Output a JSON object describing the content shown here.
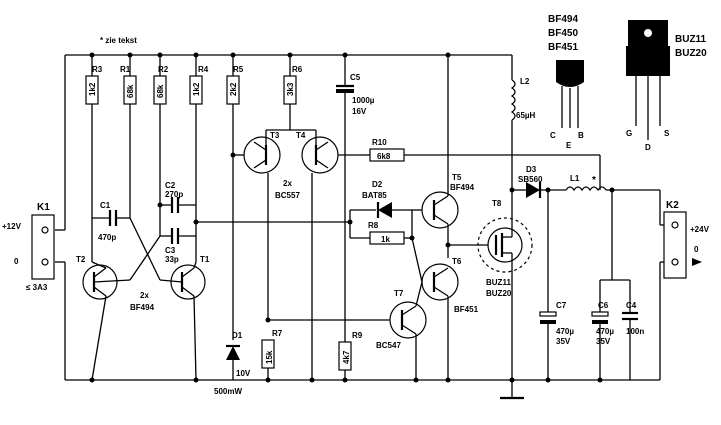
{
  "note": "* zie tekst",
  "connectors": {
    "k1": {
      "name": "K1",
      "plus": "+12V",
      "zero": "0",
      "rating": "≤ 3A3"
    },
    "k2": {
      "name": "K2",
      "plus": "+24V",
      "zero": "0"
    }
  },
  "resistors": {
    "r3": {
      "ref": "R3",
      "value": "1k2"
    },
    "r1": {
      "ref": "R1",
      "value": "68k"
    },
    "r2": {
      "ref": "R2",
      "value": "68k"
    },
    "r4": {
      "ref": "R4",
      "value": "1k2"
    },
    "r5": {
      "ref": "R5",
      "value": "2k2"
    },
    "r6": {
      "ref": "R6",
      "value": "3k3"
    },
    "r10": {
      "ref": "R10",
      "value": "6k8"
    },
    "r8": {
      "ref": "R8",
      "value": "1k"
    },
    "r7": {
      "ref": "R7",
      "value": "15k"
    },
    "r9": {
      "ref": "R9",
      "value": "4k7"
    }
  },
  "capacitors": {
    "c1": {
      "ref": "C1",
      "value": "470p"
    },
    "c2": {
      "ref": "C2",
      "value": "270p"
    },
    "c3": {
      "ref": "C3",
      "value": "33p"
    },
    "c5": {
      "ref": "C5",
      "value1": "1000µ",
      "value2": "16V"
    },
    "c7": {
      "ref": "C7",
      "value1": "470µ",
      "value2": "35V"
    },
    "c6": {
      "ref": "C6",
      "value1": "470µ",
      "value2": "35V"
    },
    "c4": {
      "ref": "C4",
      "value1": "100n"
    }
  },
  "inductors": {
    "l2": {
      "ref": "L2",
      "value": "65µH"
    },
    "l1": {
      "ref": "L1",
      "mark": "*"
    }
  },
  "diodes": {
    "d1": {
      "ref": "D1",
      "value": "10V",
      "power": "500mW"
    },
    "d2": {
      "ref": "D2",
      "value": "BAT85"
    },
    "d3": {
      "ref": "D3",
      "value": "SB560"
    }
  },
  "transistors": {
    "pair1": {
      "count": "2x",
      "type": "BF494",
      "t2": "T2",
      "t1": "T1"
    },
    "pair2": {
      "count": "2x",
      "type": "BC557",
      "t3": "T3",
      "t4": "T4"
    },
    "t5": {
      "ref": "T5",
      "type": "BF494"
    },
    "t6": {
      "ref": "T6",
      "type": "BF451"
    },
    "t7": {
      "ref": "T7",
      "type": "BC547"
    },
    "t8": {
      "ref": "T8",
      "type1": "BUZ11",
      "type2": "BUZ20"
    }
  },
  "packages": {
    "to92": {
      "types": [
        "BF494",
        "BF450",
        "BF451"
      ],
      "pins": [
        "C",
        "B",
        "E"
      ]
    },
    "to220": {
      "types": [
        "BUZ11",
        "BUZ20"
      ],
      "pins": [
        "G",
        "S",
        "D"
      ]
    }
  }
}
